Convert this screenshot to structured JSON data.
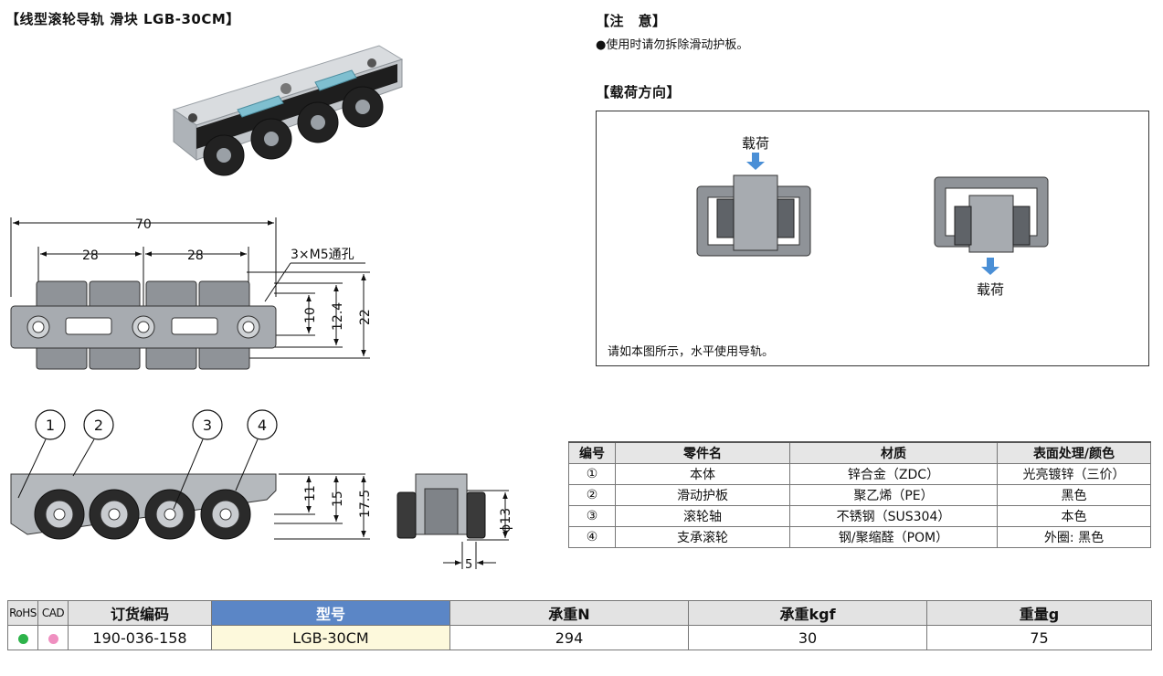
{
  "title": "【线型滚轮导轨 滑块 LGB-30CM】",
  "notice": {
    "heading": "【注　意】",
    "text": "●使用时请勿拆除滑动护板。"
  },
  "load_direction": {
    "heading": "【载荷方向】",
    "load_label_top": "载荷",
    "load_label_bottom": "载荷",
    "caption": "请如本图所示，水平使用导轨。"
  },
  "top_view": {
    "dims": {
      "overall": "70",
      "pitch_a": "28",
      "pitch_b": "28",
      "h_10": "10",
      "h_12_4": "12.4",
      "h_22": "22"
    },
    "hole_label": "3×M5通孔"
  },
  "front_view": {
    "callouts": [
      "1",
      "2",
      "3",
      "4"
    ],
    "dims": {
      "h_11": "11",
      "h_15": "15",
      "h_17_5": "17.5",
      "dia_13": "ϕ13",
      "w_5": "5"
    }
  },
  "parts_table": {
    "headers": [
      "编号",
      "零件名",
      "材质",
      "表面处理/颜色"
    ],
    "rows": [
      [
        "①",
        "本体",
        "锌合金（ZDC）",
        "光亮镀锌（三价）"
      ],
      [
        "②",
        "滑动护板",
        "聚乙烯（PE）",
        "黑色"
      ],
      [
        "③",
        "滚轮轴",
        "不锈钢（SUS304）",
        "本色"
      ],
      [
        "④",
        "支承滚轮",
        "钢/聚缩醛（POM）",
        "外圈: 黑色"
      ]
    ]
  },
  "order_table": {
    "headers": {
      "rohs": "RoHS",
      "cad": "CAD",
      "code": "订货编码",
      "model": "型号",
      "load_n": "承重N",
      "load_kgf": "承重kgf",
      "weight": "重量g"
    },
    "row": {
      "code": "190-036-158",
      "model": "LGB-30CM",
      "load_n": "294",
      "load_kgf": "30",
      "weight": "75"
    },
    "colors": {
      "rohs": "#2db34a",
      "cad": "#ef8fc0",
      "model_header": "#5b86c6"
    }
  }
}
